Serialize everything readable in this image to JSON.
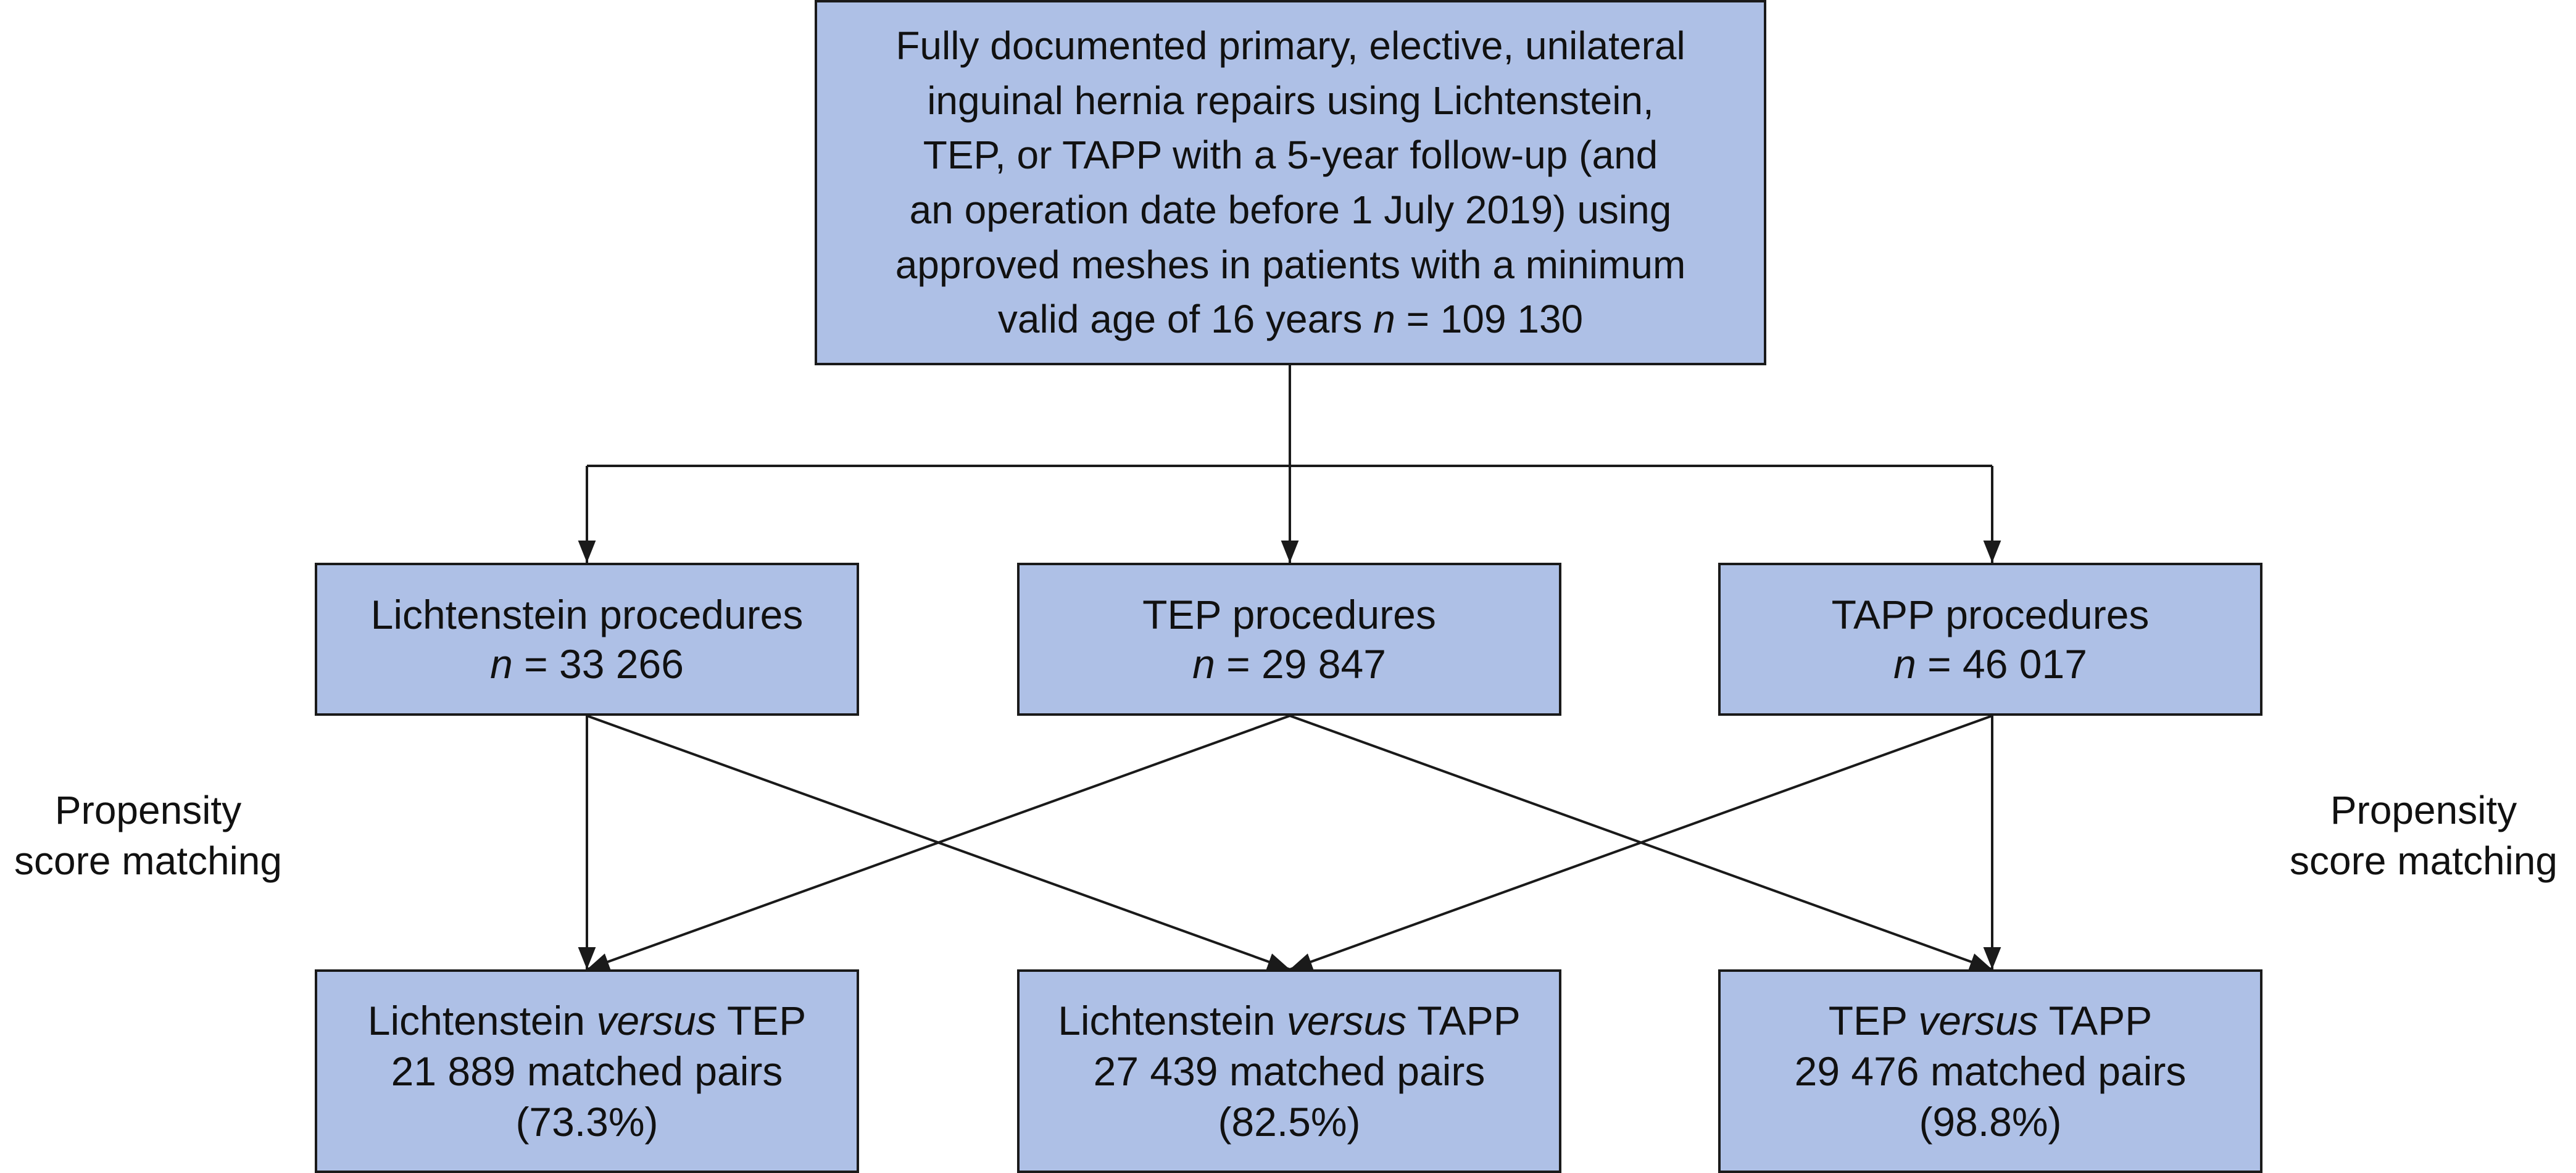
{
  "population": {
    "lines": [
      "Fully documented primary, elective, unilateral",
      "inguinal hernia repairs using Lichtenstein,",
      "TEP, or TAPP with a 5-year follow-up (and",
      "an operation date before 1 July 2019) using",
      "approved meshes in patients with a minimum"
    ],
    "last_line_text": "valid age of 16 years ",
    "n_label": "n",
    "n_value": " = 109 130"
  },
  "procedures": [
    {
      "title": "Lichtenstein procedures",
      "n_label": "n",
      "n_value": " = 33 266"
    },
    {
      "title": "TEP procedures",
      "n_label": "n",
      "n_value": " = 29 847"
    },
    {
      "title": "TAPP procedures",
      "n_label": "n",
      "n_value": " = 46 017"
    }
  ],
  "matches": [
    {
      "left": "Lichtenstein ",
      "versus": "versus",
      "right": " TEP",
      "pairs": "21 889 matched pairs",
      "percent": "(73.3%)"
    },
    {
      "left": "Lichtenstein ",
      "versus": "versus",
      "right": " TAPP",
      "pairs": "27 439 matched pairs",
      "percent": "(82.5%)"
    },
    {
      "left": "TEP ",
      "versus": "versus",
      "right": " TAPP",
      "pairs": "29 476 matched pairs",
      "percent": "(98.8%)"
    }
  ],
  "side_labels": {
    "left": [
      "Propensity",
      "score matching"
    ],
    "right": [
      "Propensity",
      "score matching"
    ]
  },
  "colors": {
    "box_fill": "#aec0e6",
    "stroke": "#1a1a1a"
  }
}
